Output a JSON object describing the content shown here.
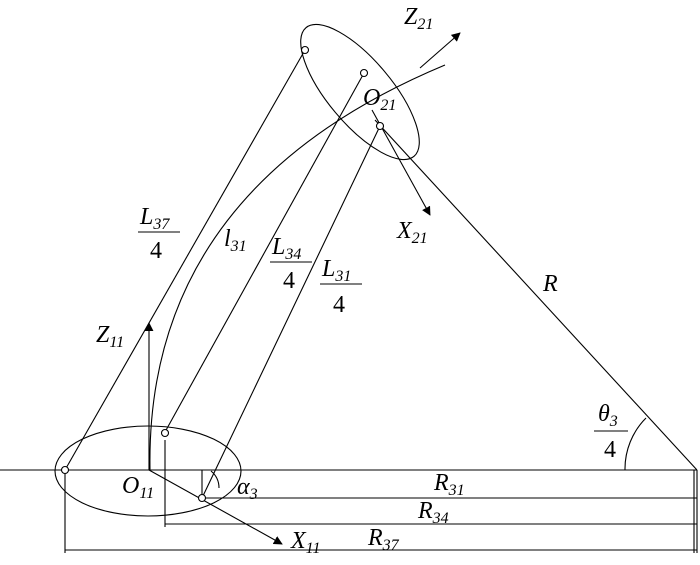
{
  "labels": {
    "z21": {
      "main": "Z",
      "sub": "21"
    },
    "o21": {
      "main": "O",
      "sub": "21"
    },
    "x21": {
      "main": "X",
      "sub": "21"
    },
    "z11": {
      "main": "Z",
      "sub": "11"
    },
    "o11": {
      "main": "O",
      "sub": "11"
    },
    "x11": {
      "main": "X",
      "sub": "11"
    },
    "l31": {
      "main": "l",
      "sub": "31"
    },
    "r": {
      "main": "R"
    },
    "alpha3": {
      "main": "α",
      "sub": "3"
    },
    "r31": {
      "main": "R",
      "sub": "31"
    },
    "r34": {
      "main": "R",
      "sub": "34"
    },
    "r37": {
      "main": "R",
      "sub": "37"
    }
  },
  "fractions": {
    "l37": {
      "main": "L",
      "sub": "37",
      "den": "4"
    },
    "l34": {
      "main": "L",
      "sub": "34",
      "den": "4"
    },
    "l31": {
      "main": "L",
      "sub": "31",
      "den": "4"
    },
    "theta3": {
      "main": "θ",
      "sub": "3",
      "den": "4"
    }
  }
}
